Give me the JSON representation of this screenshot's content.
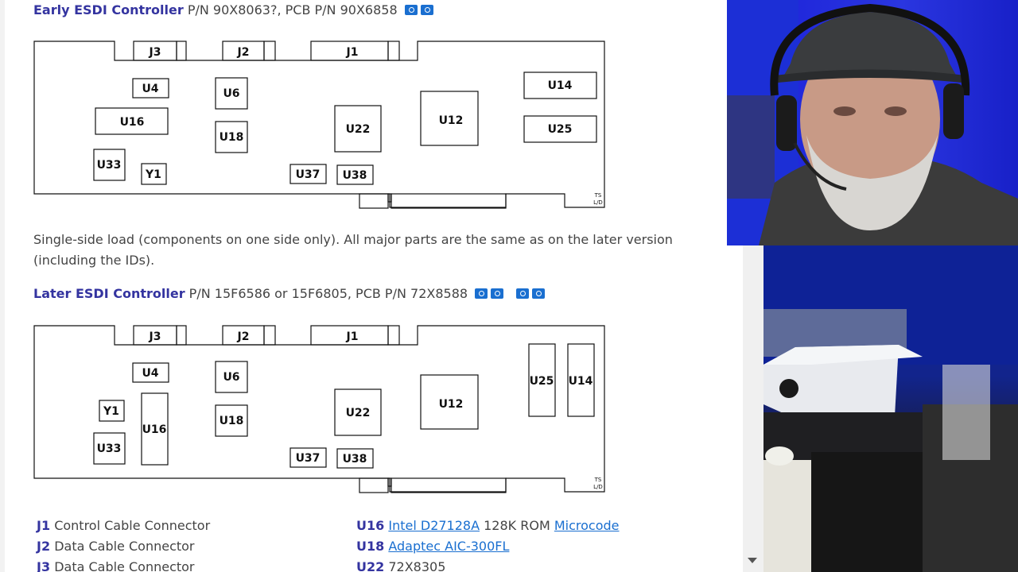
{
  "early": {
    "title": "Early ESDI Controller",
    "pn": "P/N 90X8063?, PCB P/N 90X6858",
    "chips": {
      "j3": "J3",
      "j2": "J2",
      "j1": "J1",
      "u4": "U4",
      "u6": "U6",
      "u16": "U16",
      "u18": "U18",
      "u22": "U22",
      "u12": "U12",
      "u14": "U14",
      "u25": "U25",
      "u33": "U33",
      "y1": "Y1",
      "u37": "U37",
      "u38": "U38"
    },
    "tag_top": "TS",
    "tag_bottom": "L/D"
  },
  "description": "Single-side load (components on one side only). All major parts are the same as on the later version (including the IDs).",
  "later": {
    "title": "Later ESDI Controller",
    "pn": "P/N 15F6586 or 15F6805, PCB P/N 72X8588",
    "chips": {
      "j3": "J3",
      "j2": "J2",
      "j1": "J1",
      "u4": "U4",
      "u6": "U6",
      "y1": "Y1",
      "u16": "U16",
      "u18": "U18",
      "u22": "U22",
      "u12": "U12",
      "u25": "U25",
      "u14": "U14",
      "u33": "U33",
      "u37": "U37",
      "u38": "U38"
    },
    "tag_top": "TS",
    "tag_bottom": "L/D"
  },
  "legend_left": [
    {
      "id": "J1",
      "text": "Control Cable Connector"
    },
    {
      "id": "J2",
      "text": "Data Cable Connector"
    },
    {
      "id": "J3",
      "text": "Data Cable Connector"
    }
  ],
  "legend_right": [
    {
      "id": "U16",
      "link": "Intel D27128A",
      "text": "128K ROM",
      "link2": "Microcode"
    },
    {
      "id": "U18",
      "link": "Adaptec AIC-300FL"
    },
    {
      "id": "U22",
      "text": "72X8305"
    }
  ],
  "icons": [
    "camera-icon"
  ],
  "colors": {
    "heading": "#3434a0",
    "link": "#1a6fd0",
    "body_text": "#444444"
  }
}
